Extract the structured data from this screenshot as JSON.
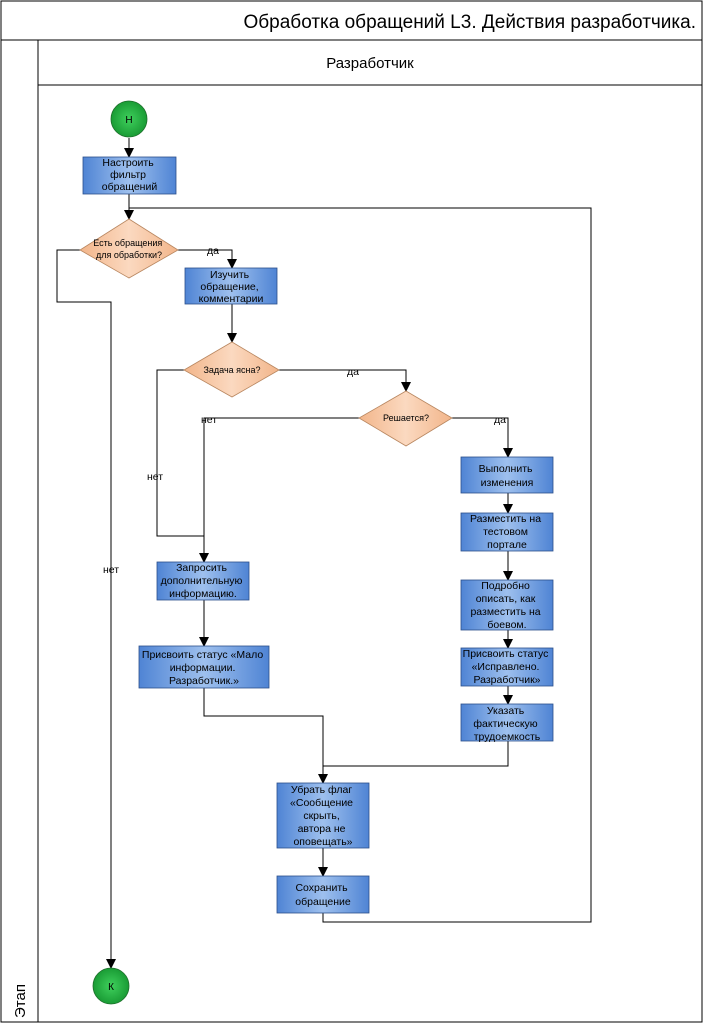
{
  "title": "Обработка обращений L3. Действия разработчика.",
  "lane_header": "Разработчик",
  "stage_label": "Этап",
  "nodes": {
    "start": "Н",
    "end": "К",
    "filter": [
      "Настроить",
      "фильтр",
      "обращений"
    ],
    "has_requests": [
      "Есть обращения",
      "для обработки?"
    ],
    "study": [
      "Изучить",
      "обращение,",
      "комментарии"
    ],
    "task_clear": [
      "Задача ясна?"
    ],
    "solvable": [
      "Решается?"
    ],
    "implement": [
      "Выполнить",
      "изменения"
    ],
    "deploy_test": [
      "Разместить на",
      "тестовом",
      "портале"
    ],
    "describe": [
      "Подробно",
      "описать, как",
      "разместить на",
      "боевом."
    ],
    "status_fixed": [
      "Присвоить статус",
      "«Исправлено.",
      "Разработчик»"
    ],
    "effort": [
      "Указать",
      "фактическую",
      "трудоемкость"
    ],
    "request_info": [
      "Запросить",
      "дополнительную",
      "информацию."
    ],
    "status_lowinfo": [
      "Присвоить статус «Мало",
      "информации.",
      "Разработчик.»"
    ],
    "remove_flag": [
      "Убрать флаг",
      "«Сообщение",
      "скрыть,",
      "автора не",
      "оповещать»"
    ],
    "save": [
      "Сохранить",
      "обращение"
    ]
  },
  "edge_labels": {
    "has_requests_yes": "да",
    "has_requests_no": "нет",
    "task_clear_yes": "да",
    "task_clear_no": "нет",
    "solvable_yes": "да",
    "solvable_no": "нет"
  }
}
